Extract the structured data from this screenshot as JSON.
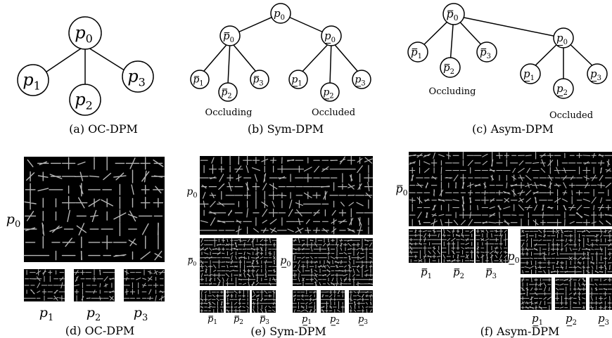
{
  "trees": {
    "oc": {
      "root": {
        "base": "p",
        "sub": "0",
        "mark": ""
      },
      "children": [
        {
          "base": "p",
          "sub": "1",
          "mark": ""
        },
        {
          "base": "p",
          "sub": "2",
          "mark": ""
        },
        {
          "base": "p",
          "sub": "3",
          "mark": ""
        }
      ],
      "caption": "(a)  OC-DPM"
    },
    "sym": {
      "root": {
        "base": "p",
        "sub": "0",
        "mark": ""
      },
      "occluding": {
        "base": "p",
        "sub": "0",
        "mark": "bar"
      },
      "occluding_children": [
        {
          "base": "p",
          "sub": "1",
          "mark": "bar"
        },
        {
          "base": "p",
          "sub": "2",
          "mark": "bar"
        },
        {
          "base": "p",
          "sub": "3",
          "mark": "bar"
        }
      ],
      "occluded": {
        "base": "p",
        "sub": "0",
        "mark": "underline"
      },
      "occluded_children": [
        {
          "base": "p",
          "sub": "1",
          "mark": "underline"
        },
        {
          "base": "p",
          "sub": "2",
          "mark": "underline"
        },
        {
          "base": "p",
          "sub": "3",
          "mark": "underline"
        }
      ],
      "occluding_label": "Occluding",
      "occluded_label": "Occluded",
      "caption": "(b)  Sym-DPM"
    },
    "asym": {
      "root": {
        "base": "p",
        "sub": "0",
        "mark": "bar"
      },
      "root_children": [
        {
          "base": "p",
          "sub": "1",
          "mark": "bar"
        },
        {
          "base": "p",
          "sub": "2",
          "mark": "bar"
        },
        {
          "base": "p",
          "sub": "3",
          "mark": "bar"
        }
      ],
      "occluded": {
        "base": "p",
        "sub": "0",
        "mark": "underline"
      },
      "occluded_children": [
        {
          "base": "p",
          "sub": "1",
          "mark": "underline"
        },
        {
          "base": "p",
          "sub": "2",
          "mark": "underline"
        },
        {
          "base": "p",
          "sub": "3",
          "mark": "underline"
        }
      ],
      "occluding_label": "Occluding",
      "occluded_label": "Occluded",
      "caption": "(c)  Asym-DPM"
    }
  },
  "models": {
    "d": {
      "root_label": {
        "base": "p",
        "sub": "0",
        "mark": ""
      },
      "part_labels": [
        {
          "base": "p",
          "sub": "1",
          "mark": ""
        },
        {
          "base": "p",
          "sub": "2",
          "mark": ""
        },
        {
          "base": "p",
          "sub": "3",
          "mark": ""
        }
      ],
      "caption": "(d)  OC-DPM"
    },
    "e": {
      "root_label": {
        "base": "p",
        "sub": "0",
        "mark": ""
      },
      "occluding_root_label": {
        "base": "p",
        "sub": "0",
        "mark": "bar"
      },
      "occluding_part_labels": [
        {
          "base": "p",
          "sub": "1",
          "mark": "bar"
        },
        {
          "base": "p",
          "sub": "2",
          "mark": "bar"
        },
        {
          "base": "p",
          "sub": "3",
          "mark": "bar"
        }
      ],
      "occluded_root_label": {
        "base": "p",
        "sub": "0",
        "mark": "underline"
      },
      "occluded_part_labels": [
        {
          "base": "p",
          "sub": "1",
          "mark": "underline"
        },
        {
          "base": "p",
          "sub": "2",
          "mark": "underline"
        },
        {
          "base": "p",
          "sub": "3",
          "mark": "underline"
        }
      ],
      "caption": "(e)  Sym-DPM"
    },
    "f": {
      "root_label": {
        "base": "p",
        "sub": "0",
        "mark": "bar"
      },
      "part_labels": [
        {
          "base": "p",
          "sub": "1",
          "mark": "bar"
        },
        {
          "base": "p",
          "sub": "2",
          "mark": "bar"
        },
        {
          "base": "p",
          "sub": "3",
          "mark": "bar"
        }
      ],
      "occluded_root_label": {
        "base": "p",
        "sub": "0",
        "mark": "underline"
      },
      "occluded_part_labels": [
        {
          "base": "p",
          "sub": "1",
          "mark": "underline"
        },
        {
          "base": "p",
          "sub": "2",
          "mark": "underline"
        },
        {
          "base": "p",
          "sub": "3",
          "mark": "underline"
        }
      ],
      "caption": "(f)  Asym-DPM"
    }
  }
}
